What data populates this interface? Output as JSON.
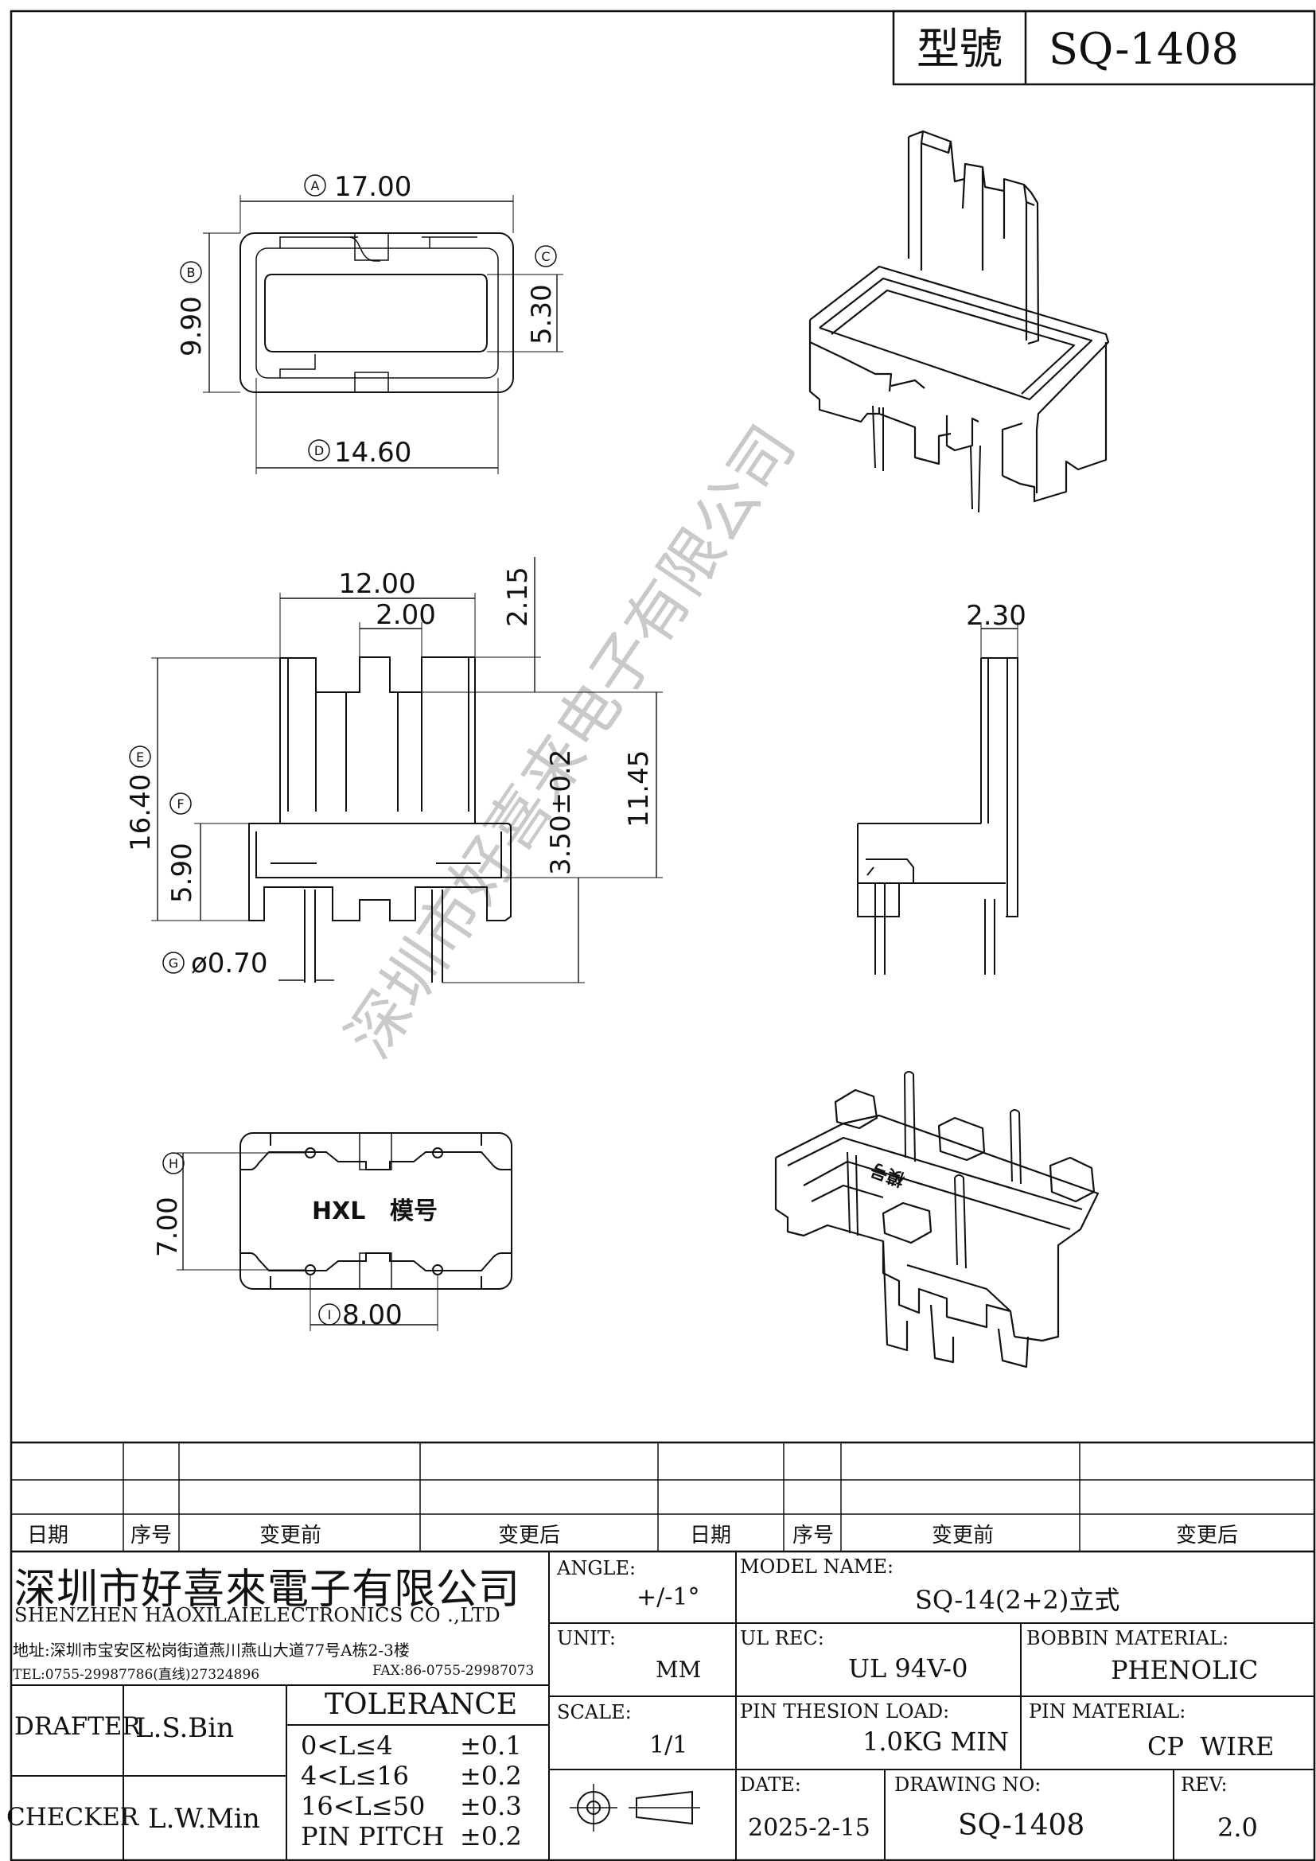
{
  "title_block": {
    "model_label": "型號",
    "model_value": "SQ-1408"
  },
  "dims": {
    "top_view": {
      "a": "17.00",
      "b": "9.90",
      "c": "5.30",
      "d": "14.60"
    },
    "front_view": {
      "w12": "12.00",
      "w2": "2.00",
      "h215": "2.15",
      "e": "16.40",
      "f": "5.90",
      "tol35": "3.50±0.2",
      "h1145": "11.45",
      "g": "ø0.70"
    },
    "side_view": {
      "w230": "2.30"
    },
    "bottom_view": {
      "h": "7.00",
      "i": "8.00",
      "mark_logo": "HXL",
      "mark_text": "模号"
    },
    "circle_letters": {
      "A": "A",
      "B": "B",
      "C": "C",
      "D": "D",
      "E": "E",
      "F": "F",
      "G": "G",
      "H": "H",
      "I": "I"
    }
  },
  "watermark": "深圳市好喜来电子有限公司",
  "revision_table": {
    "headers": [
      "日期",
      "序号",
      "变更前",
      "变更后",
      "日期",
      "序号",
      "变更前",
      "变更后"
    ]
  },
  "company": {
    "name_cn": "深圳市好喜來電子有限公司",
    "name_en": "SHENZHEN HAOXILAIELECTRONICS CO .,LTD",
    "address": "地址:深圳市宝安区松岗街道燕川燕山大道77号A栋2-3楼",
    "tel": "TEL:0755-29987786(直线)27324896",
    "fax": "FAX:86-0755-29987073"
  },
  "people": {
    "drafter_label": "DRAFTER",
    "drafter": "L.S.Bin",
    "checker_label": "CHECKER",
    "checker": "L.W.Min"
  },
  "tolerance": {
    "title": "TOLERANCE",
    "rows": [
      {
        "range": "0<L≤4",
        "tol": "±0.1"
      },
      {
        "range": "4<L≤16",
        "tol": "±0.2"
      },
      {
        "range": "16<L≤50",
        "tol": "±0.3"
      },
      {
        "range": "PIN PITCH",
        "tol": "±0.2"
      }
    ]
  },
  "specs": {
    "angle_label": "ANGLE:",
    "angle": "+/-1°",
    "unit_label": "UNIT:",
    "unit": "MM",
    "scale_label": "SCALE:",
    "scale": "1/1",
    "model_name_label": "MODEL NAME:",
    "model_name": "SQ-14(2+2)立式",
    "ul_label": "UL REC:",
    "ul": "UL 94V-0",
    "bobbin_label": "BOBBIN MATERIAL:",
    "bobbin": "PHENOLIC",
    "pin_load_label": "PIN THESION LOAD:",
    "pin_load": "1.0KG MIN",
    "pin_material_label": "PIN MATERIAL:",
    "pin_material": "CP  WIRE",
    "date_label": "DATE:",
    "date": "2025-2-15",
    "drawing_no_label": "DRAWING NO:",
    "drawing_no": "SQ-1408",
    "rev_label": "REV:",
    "rev": "2.0"
  }
}
